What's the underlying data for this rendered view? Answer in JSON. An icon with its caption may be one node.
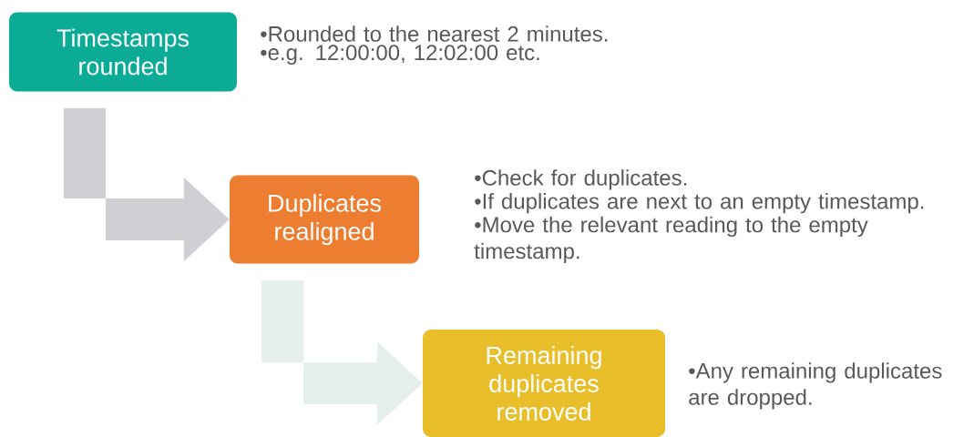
{
  "diagram": {
    "nodes": [
      {
        "text": [
          "Timestamps rounded"
        ],
        "beside": [
          "•Rounded to the nearest 2 minutes.",
          "•e.g. 12:00:00, 12:02:00 etc."
        ]
      },
      {
        "text": [
          "Duplicates realigned"
        ],
        "beside": [
          "•Check for duplicates.",
          "•If duplicates are next to an empty timestamp.",
          "•Move the relevant reading to the empty timestamp."
        ]
      },
      {
        "text": [
          "Remaining duplicates removed"
        ],
        "beside": [
          "•Any remaining duplicates are dropped."
        ]
      }
    ],
    "edges": [
      {
        "from": 0,
        "to": 1,
        "arrow": "to",
        "color": "#d0d0d4"
      },
      {
        "from": 1,
        "to": 2,
        "arrow": "to",
        "color": "#e5efed"
      }
    ]
  }
}
